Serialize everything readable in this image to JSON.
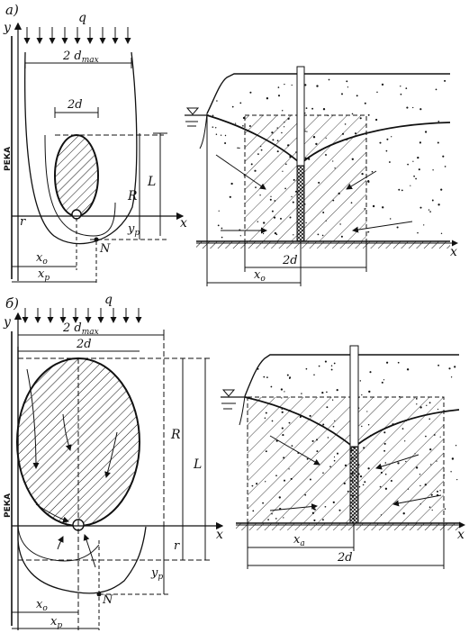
{
  "panel_a": {
    "tag": "а)",
    "plan": {
      "load": "q",
      "y_axis": "y",
      "x_axis": "x",
      "river": "РЕКА",
      "two_d_max": "2 d",
      "two_d_max_sub": "max",
      "two_d": "2d",
      "R": "R",
      "L": "L",
      "r": "r",
      "y_p": "y",
      "y_p_sub": "p",
      "x_0": "x",
      "x_0_sub": "o",
      "x_p": "x",
      "x_p_sub": "p",
      "N": "N"
    },
    "section": {
      "x_axis": "x",
      "two_d": "2d",
      "x_0": "x",
      "x_0_sub": "o"
    }
  },
  "panel_b": {
    "tag": "б)",
    "plan": {
      "load": "q",
      "y_axis": "y",
      "x_axis": "x",
      "river": "РЕКА",
      "two_d_max": "2 d",
      "two_d_max_sub": "max",
      "two_d": "2d",
      "R": "R",
      "L": "L",
      "r": "r",
      "y_p": "y",
      "y_p_sub": "p",
      "x_0": "x",
      "x_0_sub": "o",
      "x_p": "x",
      "x_p_sub": "p",
      "N": "N"
    },
    "section": {
      "x_axis": "x",
      "two_d": "2d",
      "x_0": "x",
      "x_0_sub": "a"
    }
  },
  "colors": {
    "ink": "#111111",
    "paper": "#ffffff"
  }
}
